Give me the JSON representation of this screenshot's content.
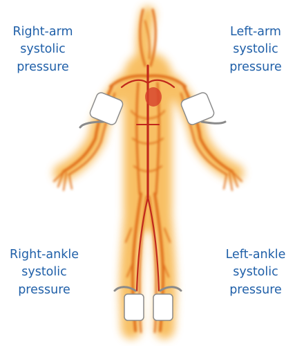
{
  "labels": {
    "right_arm": [
      "Right-arm",
      "systolic",
      "pressure"
    ],
    "left_arm": [
      "Left-arm",
      "systolic",
      "pressure"
    ],
    "right_ankle": [
      "Right-ankle",
      "systolic",
      "pressure"
    ],
    "left_ankle": [
      "Left-ankle",
      "systolic",
      "pressure"
    ]
  },
  "colors": {
    "label_text": "#1f5fa8",
    "vessel_glow": "#f7b54a",
    "vessel_core": "#e0701d",
    "artery": "#c0281b",
    "cuff_fill": "#ffffff",
    "cuff_stroke": "#8a8a8a"
  }
}
